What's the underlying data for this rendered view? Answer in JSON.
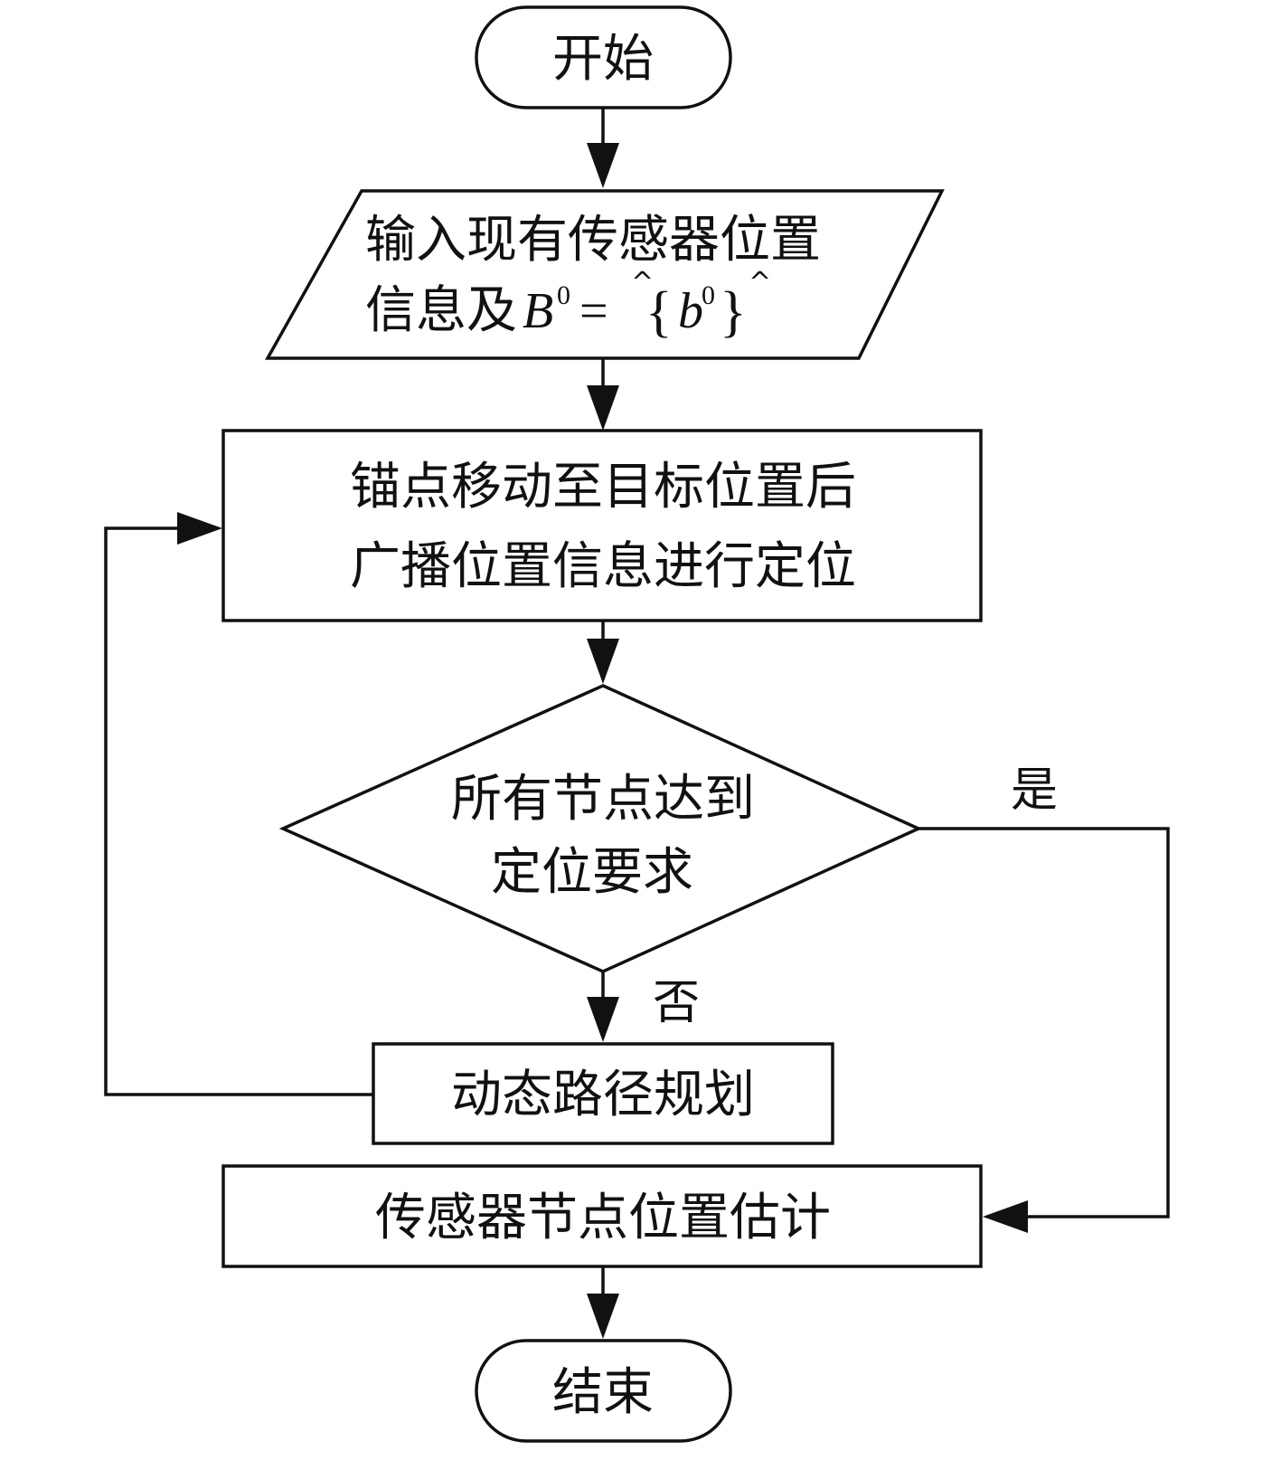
{
  "nodes": {
    "start": "开始",
    "input_line1": "输入现有传感器位置",
    "input_line2_text": "信息及",
    "input_math": {
      "B": "B",
      "sup0": "0",
      "eq": "=",
      "lbrace": "{",
      "b": "b",
      "sup0b": "0",
      "rbrace": "}",
      "hat": "^"
    },
    "anchor_line1": "锚点移动至目标位置后",
    "anchor_line2": "广播位置信息进行定位",
    "decision_line1": "所有节点达到",
    "decision_line2": "定位要求",
    "path_planning": "动态路径规划",
    "estimate": "传感器节点位置估计",
    "end": "结束"
  },
  "labels": {
    "yes": "是",
    "no": "否"
  },
  "colors": {
    "stroke": "#111111",
    "background": "#ffffff"
  }
}
